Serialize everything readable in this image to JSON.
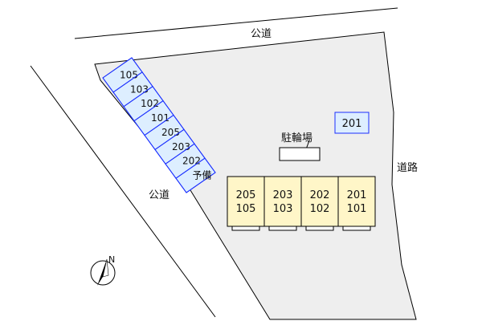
{
  "roads": {
    "top": "公道",
    "left": "公道",
    "right": "道路"
  },
  "parking": {
    "slots": [
      "105",
      "103",
      "102",
      "101",
      "205",
      "203",
      "202",
      "予備"
    ],
    "extra_slot": "201"
  },
  "bicycle_parking": {
    "label": "駐輪場"
  },
  "building": {
    "units": [
      {
        "upper": "205",
        "lower": "105"
      },
      {
        "upper": "203",
        "lower": "103"
      },
      {
        "upper": "202",
        "lower": "102"
      },
      {
        "upper": "201",
        "lower": "101"
      }
    ]
  },
  "compass": {
    "label": "N"
  },
  "colors": {
    "lot_fill": "#eeeeee",
    "parking_fill": "#ddeeff",
    "parking_stroke": "#1a2fff",
    "building_fill": "#fff6c8"
  }
}
